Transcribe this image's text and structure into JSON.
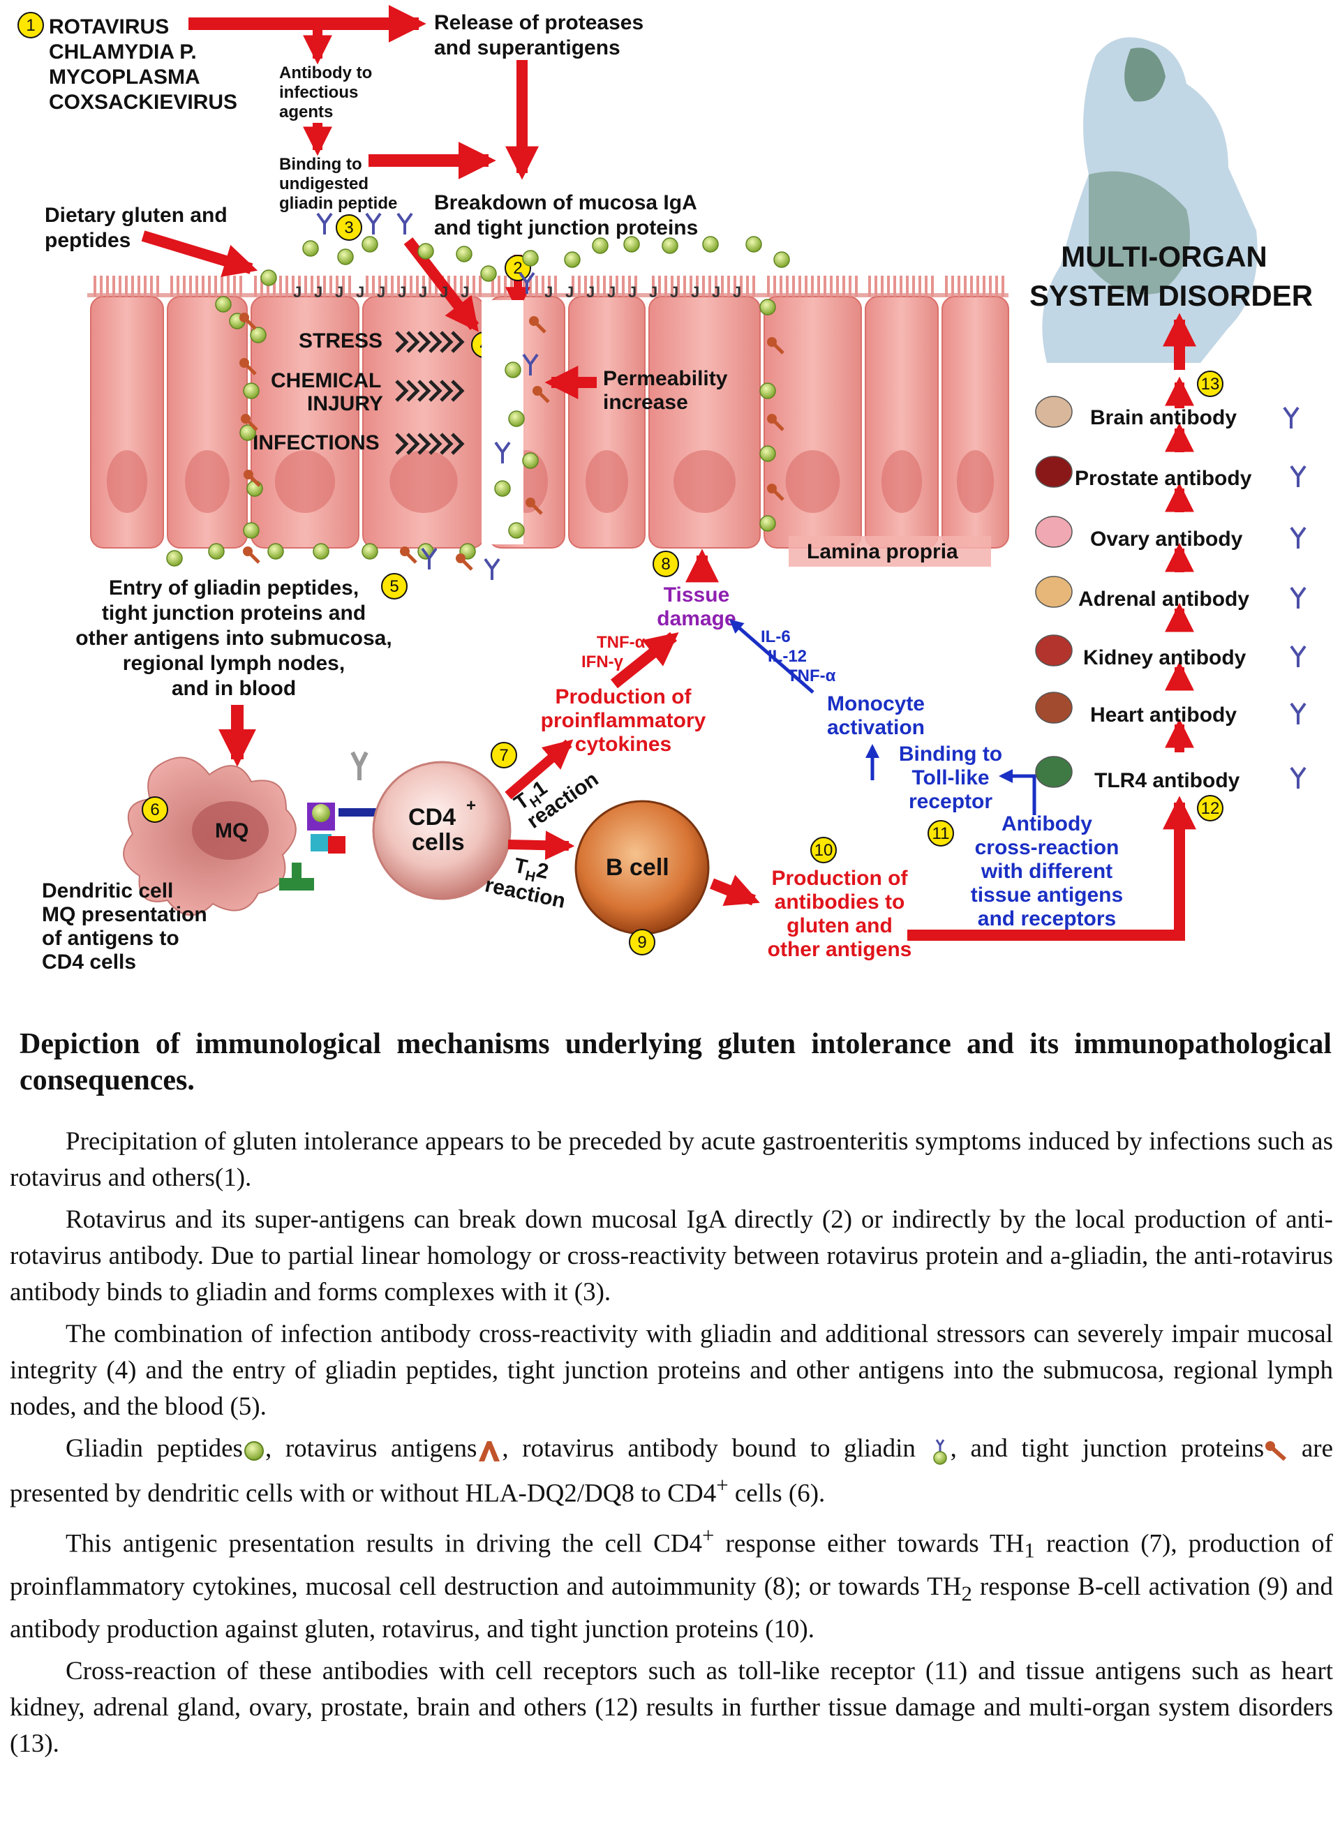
{
  "diagram": {
    "steps": [
      "1",
      "2",
      "3",
      "4",
      "5",
      "6",
      "7",
      "8",
      "9",
      "10",
      "11",
      "12",
      "13"
    ],
    "infectious_agents": [
      "ROTAVIRUS",
      "CHLAMYDIA P.",
      "MYCOPLASMA",
      "COXSACKIEVIRUS"
    ],
    "release": [
      "Release of proteases",
      "and superantigens"
    ],
    "antibody_to_agents": [
      "Antibody to",
      "infectious",
      "agents"
    ],
    "binding_gliadin": [
      "Binding to",
      "undigested",
      "gliadin peptide"
    ],
    "breakdown": [
      "Breakdown of mucosa IgA",
      "and tight junction proteins"
    ],
    "dietary": [
      "Dietary gluten and",
      "peptides"
    ],
    "stressors": [
      "STRESS",
      "CHEMICAL",
      "INJURY",
      "INFECTIONS"
    ],
    "permeability": [
      "Permeability",
      "increase"
    ],
    "lamina_propria": "Lamina propria",
    "entry": [
      "Entry of gliadin peptides,",
      "tight junction proteins and",
      "other antigens into submucosa,",
      "regional lymph nodes,",
      "and in blood"
    ],
    "mq_label": "MQ",
    "dendritic": [
      "Dendritic cell",
      "MQ presentation",
      "of antigens to",
      "CD4 cells"
    ],
    "cd4": [
      "CD4",
      "+",
      "cells"
    ],
    "th1": [
      "T",
      "H",
      "1",
      "reaction"
    ],
    "th2": [
      "T",
      "H",
      "2",
      "reaction"
    ],
    "bcell": "B cell",
    "proinflammatory": [
      "Production of",
      "proinflammatory",
      "cytokines"
    ],
    "tnf_ifn": [
      "TNF-α",
      "IFN-γ"
    ],
    "tissue_damage": [
      "Tissue",
      "damage"
    ],
    "monocyte_cytokines": [
      "IL-6",
      "IL-12",
      "TNF-α"
    ],
    "monocyte": [
      "Monocyte",
      "activation"
    ],
    "toll": [
      "Binding to",
      "Toll-like",
      "receptor"
    ],
    "cross_reaction": [
      "Antibody",
      "cross-reaction",
      "with different",
      "tissue antigens",
      "and receptors"
    ],
    "antibody_production": [
      "Production of",
      "antibodies to",
      "gluten and",
      "other antigens"
    ],
    "organ_antibodies": [
      "Brain antibody",
      "Prostate antibody",
      "Ovary antibody",
      "Adrenal antibody",
      "Kidney antibody",
      "Heart antibody",
      "TLR4 antibody"
    ],
    "multi_organ": [
      "MULTI-ORGAN",
      "SYSTEM DISORDER"
    ],
    "colors": {
      "red": "#e0141b",
      "blue": "#1a2fc4",
      "cell_pink": "#f3a7a3",
      "cell_edge": "#d96f6a",
      "number_yellow": "#ffe600"
    }
  },
  "caption": "Depiction of immunological mechanisms underlying gluten intolerance and its immunopathological consequences.",
  "paragraphs": {
    "p1": "Precipitation of gluten intolerance appears to be preceded by acute gastroenteritis symptoms induced by infections such as rotavirus and others(1).",
    "p2": "Rotavirus and its super-antigens  can break down mucosal IgA directly (2) or indirectly by the local production of anti-rotavirus antibody. Due to partial linear homology or cross-reactivity between rotavirus protein and a-gliadin, the anti-rotavirus antibody binds to gliadin and forms complexes with it (3).",
    "p3": "The combination of infection antibody cross-reactivity with gliadin and additional stressors can severely impair mucosal integrity (4) and the entry of gliadin peptides, tight junction proteins and other antigens into the submucosa, regional lymph nodes, and the blood (5).",
    "p4": {
      "a": "Gliadin peptides",
      "b": ", rotavirus antigens",
      "c": ", rotavirus antibody bound to gliadin ",
      "d": ", and tight junction proteins",
      "e": "  are presented by dendritic cells with or without HLA-DQ2/DQ8 to CD4",
      "sup": "+",
      "f": " cells (6)."
    },
    "p5": {
      "a": "This antigenic presentation results in driving the cell CD4",
      "sup": "+",
      "b": " response either towards TH",
      "sub1": "1",
      "c": " reaction (7), production of proinflammatory cytokines, mucosal cell destruction and autoimmunity (8); or towards TH",
      "sub2": "2",
      "d": " response B-cell activation (9) and antibody production against gluten, rotavirus, and tight junction proteins (10)."
    },
    "p6": "Cross-reaction of these antibodies with cell receptors such as toll-like receptor (11) and tissue antigens such as heart kidney, adrenal gland, ovary, prostate, brain and others (12) results in further tissue damage and multi-organ system disorders (13)."
  }
}
